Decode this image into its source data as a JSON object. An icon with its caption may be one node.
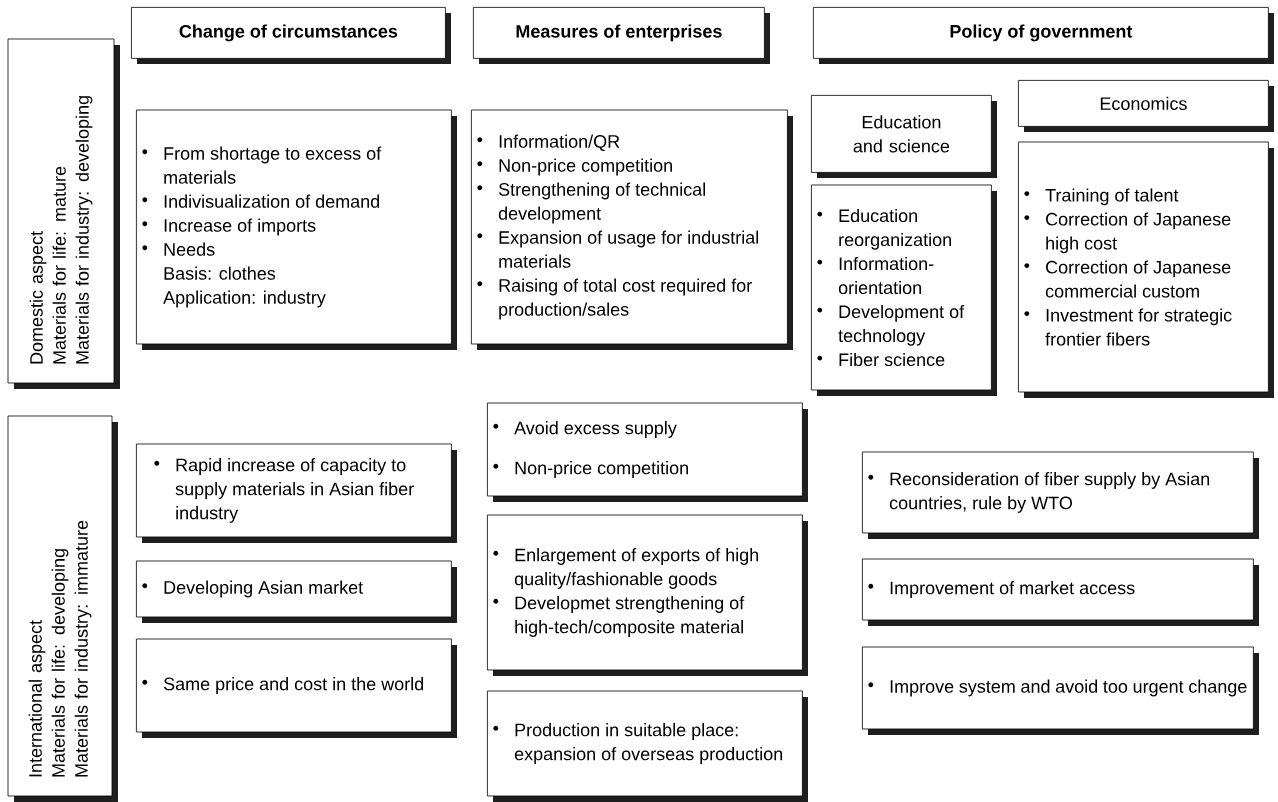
{
  "diagram": {
    "nodes": [
      {
        "text": [
          "Change of circumstances"
        ]
      },
      {
        "text": [
          "Measures of enterprises"
        ]
      },
      {
        "text": [
          "Policy of government"
        ]
      },
      {
        "text": [
          "Domestic aspect",
          "Materials for life: mature",
          "Materials for industry: developing"
        ]
      },
      {
        "text": [
          "From shortage to excess of materials",
          "Indivisualization of demand",
          "Increase of imports",
          "Needs",
          "Basis: clothes",
          "Application: industry"
        ]
      },
      {
        "text": [
          "Information/QR",
          "Non-price competition",
          "Strengthening of technical development",
          "Expansion of usage for industrial materials",
          "Raising of total cost required for production/sales"
        ]
      },
      {
        "text": [
          "Education and science"
        ]
      },
      {
        "text": [
          "Economics"
        ]
      },
      {
        "text": [
          "Education reorganization",
          "Information-orientation",
          "Development of technology",
          "Fiber science"
        ]
      },
      {
        "text": [
          "Training of talent",
          "Correction of Japanese high cost",
          "Correction of Japanese commercial custom",
          "Investment for strategic frontier fibers"
        ]
      },
      {
        "text": [
          "International aspect",
          "Materials for life: developing",
          "Materials for industry: immature"
        ]
      },
      {
        "text": [
          "Rapid increase of capacity to supply materials in Asian fiber industry"
        ]
      },
      {
        "text": [
          "Developing Asian market"
        ]
      },
      {
        "text": [
          "Same price and cost in the world"
        ]
      },
      {
        "text": [
          "Avoid excess supply",
          "Non-price competition"
        ]
      },
      {
        "text": [
          "Enlargement of exports of high quality/fashionable goods",
          "Developmet strengthening of high-tech/composite material"
        ]
      },
      {
        "text": [
          "Production in suitable place: expansion of overseas production"
        ]
      },
      {
        "text": [
          "Reconsideration of fiber supply by Asian countries, rule by WTO"
        ]
      },
      {
        "text": [
          "Improvement of market access"
        ]
      },
      {
        "text": [
          "Improve system and avoid too urgent change"
        ]
      }
    ]
  }
}
